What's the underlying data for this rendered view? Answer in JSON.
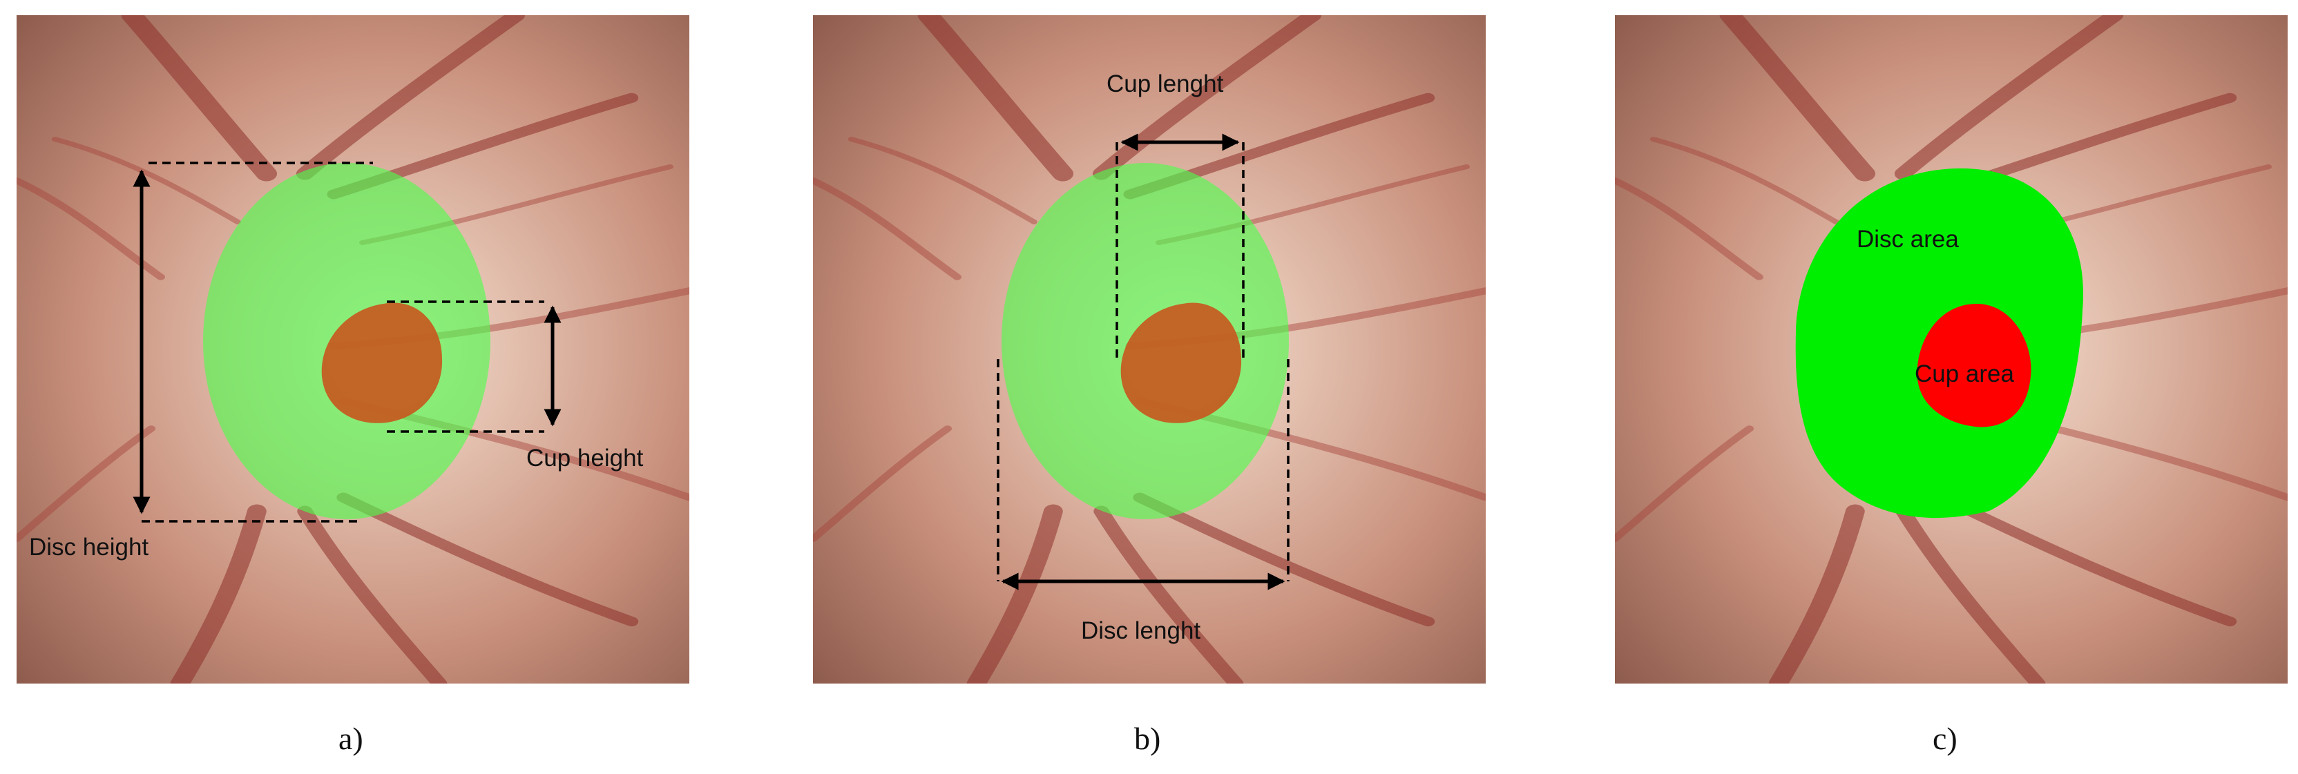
{
  "panels": [
    {
      "caption": "a)",
      "labels": {
        "disc": "Disc height",
        "cup": "Cup height"
      }
    },
    {
      "caption": "b)",
      "labels": {
        "disc": "Disc lenght",
        "cup": "Cup lenght"
      }
    },
    {
      "caption": "c)",
      "labels": {
        "disc": "Disc area",
        "cup": "Cup area"
      }
    }
  ],
  "colors": {
    "disc_overlay": "#4cff4c",
    "cup_overlay": "#c8561e",
    "disc_segmentation": "#00ee00",
    "cup_segmentation": "#ff0000",
    "fundus": "#c8907c"
  }
}
